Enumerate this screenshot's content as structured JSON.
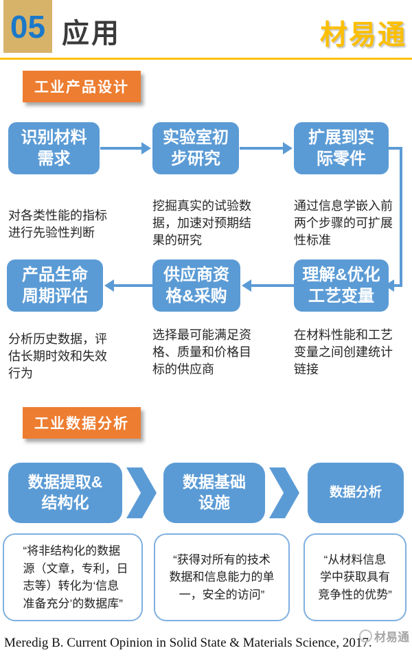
{
  "header": {
    "number": "05",
    "title": "应用",
    "brand": "材易通"
  },
  "colors": {
    "flow_blue": "#5b9bd5",
    "badge_orange": "#ed7d31",
    "rule_gold": "#ffc000",
    "number_tan_bg": "#d7b369",
    "number_blue": "#1b78c8",
    "brand_gold": "#fcbf00"
  },
  "section_product_design": {
    "badge": "工业产品设计",
    "forward_steps": [
      {
        "label": "识别材料\n需求",
        "desc": "对各类性能的指标\n进行先验性判断"
      },
      {
        "label": "实验室初\n步研究",
        "desc": "挖掘真实的试验数\n据，加速对预期结\n果的研究"
      },
      {
        "label": "扩展到实\n际零件",
        "desc": "通过信息学嵌入前\n两个步骤的可扩展\n性标准"
      }
    ],
    "return_steps": [
      {
        "label": "产品生命\n周期评估",
        "desc": "分析历史数据，评\n估长期时效和失效\n行为"
      },
      {
        "label": "供应商资\n格&采购",
        "desc": "选择最可能满足资\n格、质量和价格目\n标的供应商"
      },
      {
        "label": "理解&优化\n工艺变量",
        "desc": "在材料性能和工艺\n变量之间创建统计\n链接"
      }
    ]
  },
  "section_data_analysis": {
    "badge": "工业数据分析",
    "steps": [
      {
        "label": "数据提取&\n结构化",
        "quote": "“将非结构化的数据\n源（文章，专利，日\n志等）转化为‘信息\n准备充分’的数据库”"
      },
      {
        "label": "数据基础\n设施",
        "quote": "“获得对所有的技术\n数据和信息能力的单\n一，安全的访问”"
      },
      {
        "label": "数据分析",
        "quote": "“从材料信息\n学中获取具有\n竞争性的优势”"
      }
    ]
  },
  "footer": {
    "citation": "Meredig B. Current Opinion in Solid State & Materials Science, 2017.",
    "watermark": "材易通"
  }
}
